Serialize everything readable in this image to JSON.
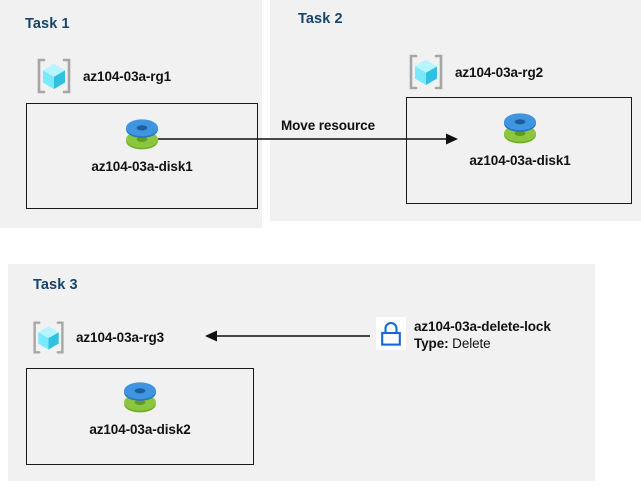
{
  "panels": [
    {
      "id": "task1",
      "title": "Task 1"
    },
    {
      "id": "task2",
      "title": "Task 2"
    },
    {
      "id": "task3",
      "title": "Task 3"
    }
  ],
  "resource_groups": [
    {
      "label": "az104-03a-rg1",
      "icon": "resource-group-icon"
    },
    {
      "label": "az104-03a-rg2",
      "icon": "resource-group-icon"
    },
    {
      "label": "az104-03a-rg3",
      "icon": "resource-group-icon"
    }
  ],
  "disks": [
    {
      "label": "az104-03a-disk1",
      "icon": "managed-disk-icon"
    },
    {
      "label": "az104-03a-disk1",
      "icon": "managed-disk-icon"
    },
    {
      "label": "az104-03a-disk2",
      "icon": "managed-disk-icon"
    }
  ],
  "connectors": [
    {
      "id": "move",
      "label": "Move resource",
      "direction": "right"
    },
    {
      "id": "lock",
      "label": "",
      "direction": "left"
    }
  ],
  "lock": {
    "icon": "padlock-icon",
    "name": "az104-03a-delete-lock",
    "type_key": "Type:",
    "type_value": "Delete"
  },
  "colors": {
    "panel_background": "#f1f1f1",
    "page_background": "#ffffff",
    "title_text": "#17456b",
    "body_text": "#121212",
    "box_border": "#1a1a1a",
    "arrow": "#0f0f0f",
    "lock_blue": "#1767d2",
    "rg_cube_cyan": "#62e4f7",
    "rg_bracket_gray": "#a6a6a6",
    "disk_blue": "#3c91e6",
    "disk_green": "#7ab828"
  }
}
